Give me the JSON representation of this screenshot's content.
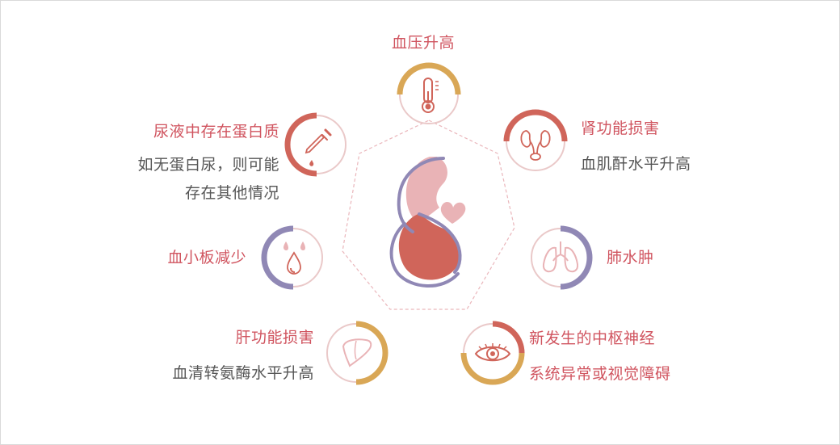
{
  "items": [
    {
      "id": "blood-pressure",
      "title": "血压升高",
      "desc": []
    },
    {
      "id": "kidney",
      "title": "肾功能损害",
      "desc": [
        "血肌酐水平升高"
      ]
    },
    {
      "id": "proteinuria",
      "title": "尿液中存在蛋白质",
      "desc": [
        "如无蛋白尿，则可能",
        "存在其他情况"
      ]
    },
    {
      "id": "platelets",
      "title": "血小板减少",
      "desc": []
    },
    {
      "id": "lung",
      "title": "肺水肿",
      "desc": []
    },
    {
      "id": "liver",
      "title": "肝功能损害",
      "desc": [
        "血清转氨酶水平升高"
      ]
    },
    {
      "id": "vision",
      "title": "新发生的中枢神经",
      "desc": [
        "系统异常或视觉障碍"
      ]
    }
  ],
  "colors": {
    "title": "#d0545f",
    "text": "#555555",
    "ring": "#eac9c9",
    "gold": "#d9a756",
    "coral": "#d0655a",
    "purple": "#9088b5",
    "pink": "#e9b3b6"
  },
  "icons": {
    "blood-pressure": "thermometer-icon",
    "kidney": "kidney-icon",
    "proteinuria": "dropper-icon",
    "platelets": "drops-icon",
    "lung": "lungs-icon",
    "liver": "liver-icon",
    "vision": "eye-icon",
    "center": "pregnant-woman-icon"
  }
}
